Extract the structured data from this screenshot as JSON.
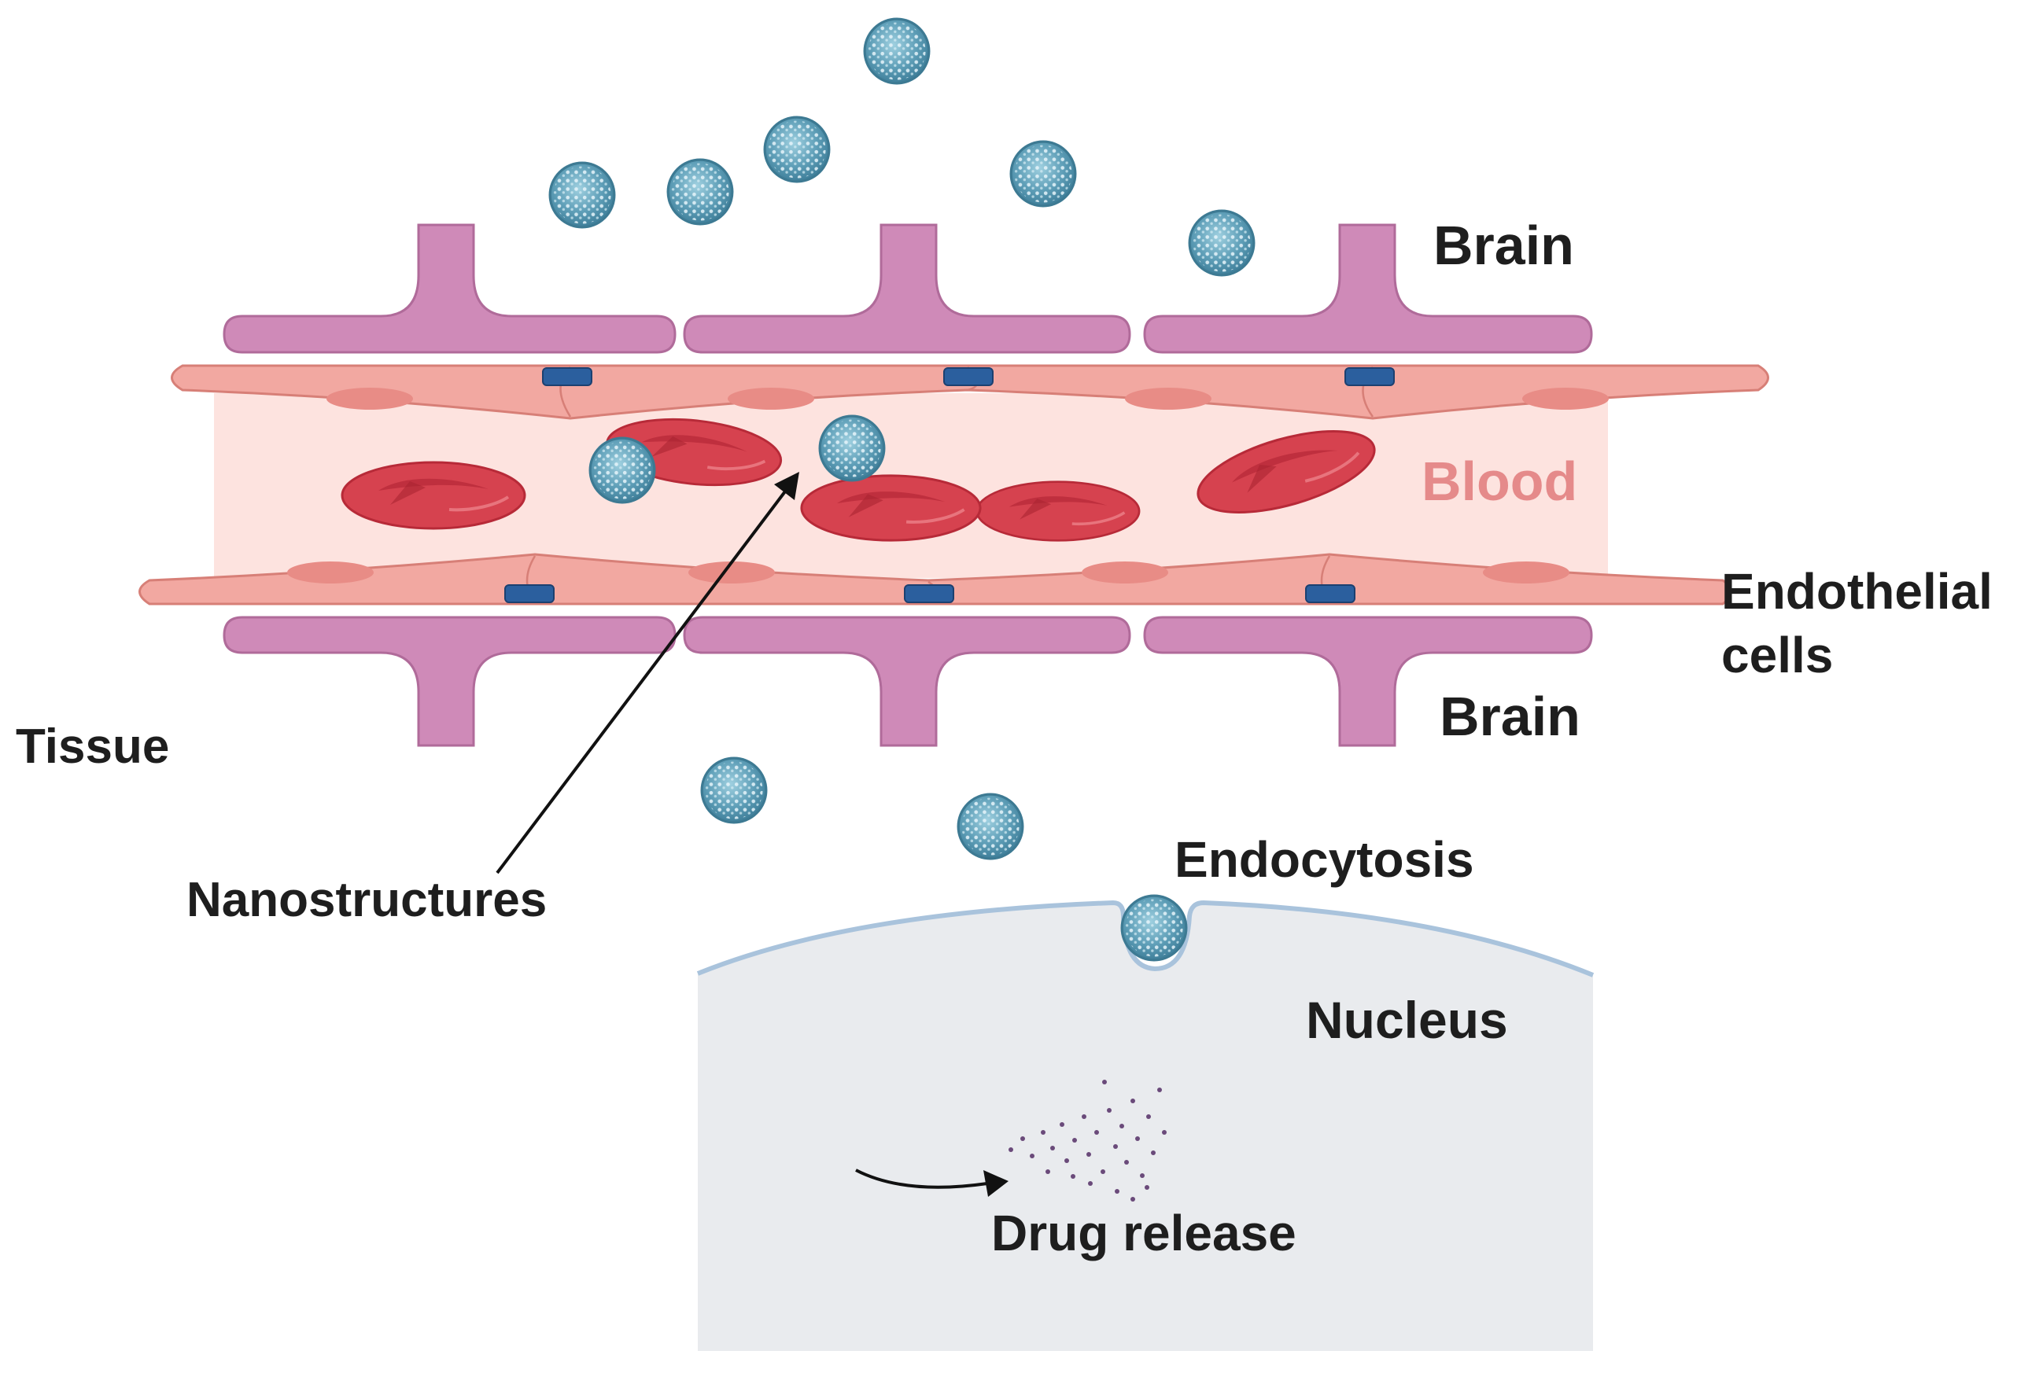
{
  "labels": {
    "brain_top": "Brain",
    "blood": "Blood",
    "endothelial_line1": "Endothelial",
    "endothelial_line2": "cells",
    "brain_bottom": "Brain",
    "tissue": "Tissue",
    "nanostructures": "Nanostructures",
    "endocytosis": "Endocytosis",
    "nucleus": "Nucleus",
    "drug_release": "Drug release"
  },
  "colors": {
    "astrocyte": "#cf8ab8",
    "astrocyte_edge": "#b06b9a",
    "endothelial": "#f2a8a1",
    "endothelial_edge": "#d77f77",
    "endothelial_nucleus": "#e88c86",
    "lumen": "#fde3df",
    "rbc": "#d6424f",
    "rbc_dark": "#b72a38",
    "tight_junction": "#2b5f9e",
    "nanoparticle": "#5f9fb8",
    "cell_body": "#e9ebee",
    "cell_membrane": "#a9c3dc",
    "blood_text": "#e58a8a",
    "drug_particle": "#6a4a7a"
  },
  "icons": {
    "nanoparticle": "nanoparticle-icon",
    "red_blood_cell": "red-blood-cell-icon",
    "tight_junction": "tight-junction-icon",
    "astrocyte_endfoot": "astrocyte-endfoot-icon"
  }
}
